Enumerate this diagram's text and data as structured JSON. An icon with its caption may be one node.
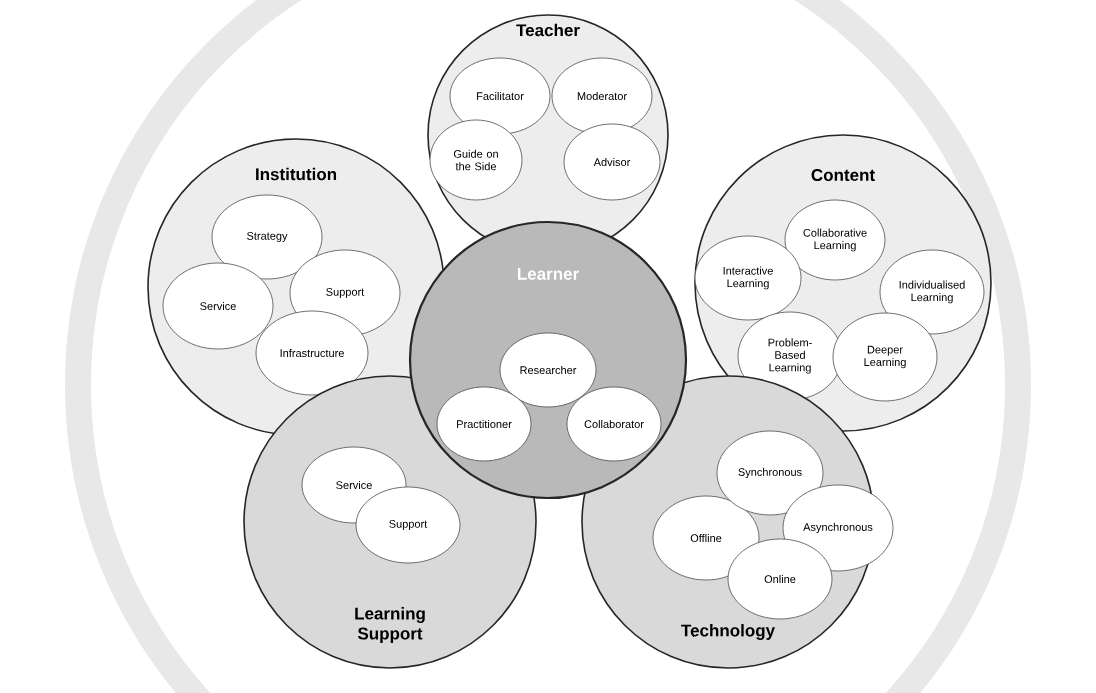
{
  "diagram": {
    "nodes": [
      {
        "text": [
          "Teacher"
        ]
      },
      {
        "text": [
          "Facilitator"
        ],
        "in": 0
      },
      {
        "text": [
          "Moderator"
        ],
        "in": 0
      },
      {
        "text": [
          "Guide on the Side"
        ],
        "in": 0
      },
      {
        "text": [
          "Advisor"
        ],
        "in": 0
      },
      {
        "text": [
          "Institution"
        ]
      },
      {
        "text": [
          "Strategy"
        ],
        "in": 5
      },
      {
        "text": [
          "Service"
        ],
        "in": 5
      },
      {
        "text": [
          "Support"
        ],
        "in": 5
      },
      {
        "text": [
          "Infrastructure"
        ],
        "in": 5
      },
      {
        "text": [
          "Content"
        ]
      },
      {
        "text": [
          "Collaborative Learning"
        ],
        "in": 10
      },
      {
        "text": [
          "Interactive Learning"
        ],
        "in": 10
      },
      {
        "text": [
          "Individualised Learning"
        ],
        "in": 10
      },
      {
        "text": [
          "Problem-Based Learning"
        ],
        "in": 10
      },
      {
        "text": [
          "Deeper Learning"
        ],
        "in": 10
      },
      {
        "text": [
          "Learner"
        ]
      },
      {
        "text": [
          "Researcher"
        ],
        "in": 16
      },
      {
        "text": [
          "Practitioner"
        ]
      },
      {
        "text": [
          "Collaborator"
        ],
        "in": 16
      },
      {
        "text": [
          "Learning Support"
        ]
      },
      {
        "text": [
          "Service"
        ],
        "in": 20
      },
      {
        "text": [
          "Support"
        ],
        "in": 20
      },
      {
        "text": [
          "Technology"
        ]
      },
      {
        "text": [
          "Offline"
        ],
        "in": 23
      },
      {
        "text": [
          "Synchronous"
        ],
        "in": 23
      },
      {
        "text": [
          "Asynchronous"
        ],
        "in": 23
      },
      {
        "text": [
          "Online"
        ],
        "in": 23
      }
    ]
  }
}
